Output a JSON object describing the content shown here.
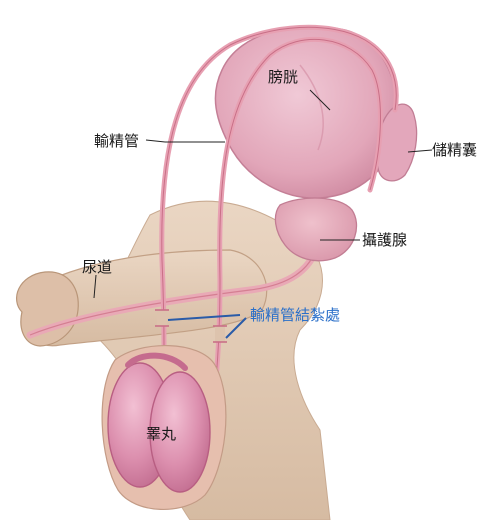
{
  "labels": {
    "bladder": "膀胱",
    "seminal_vesicle": "儲精囊",
    "vas_deferens": "輸精管",
    "prostate": "攝護腺",
    "urethra": "尿道",
    "ligation_site": "輸精管結紮處",
    "testis": "睪丸"
  },
  "colors": {
    "label_text": "#1a1a1a",
    "ligation_label": "#2a6fc9",
    "ligation_line": "#2a5ba8",
    "leader_line": "#222222",
    "skin": "#e2ccb8",
    "organ_pink": "#e4aabd",
    "vas_tube": "#d9788e",
    "testis_fill": "#d685a4"
  }
}
